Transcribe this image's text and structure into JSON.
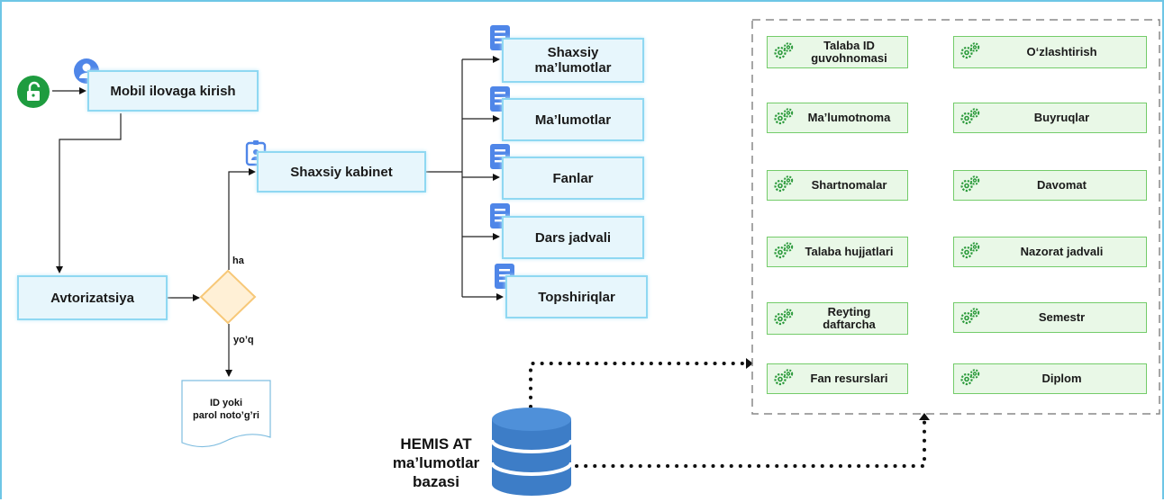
{
  "login": "Mobil ilovaga kirish",
  "auth": "Avtorizatsiya",
  "decision": {
    "yes": "ha",
    "no": "yo’q"
  },
  "error": {
    "line1": "ID yoki",
    "line2": "parol noto’g’ri"
  },
  "cabinet": "Shaxsiy kabinet",
  "menu": [
    {
      "line1": "Shaxsiy",
      "line2": "ma’lumotlar"
    },
    {
      "line1": "Ma’lumotlar"
    },
    {
      "line1": "Fanlar"
    },
    {
      "line1": "Dars jadvali"
    },
    {
      "line1": "Topshiriqlar"
    }
  ],
  "services_left": [
    {
      "line1": "Talaba ID",
      "line2": "guvohnomasi"
    },
    {
      "line1": "Ma’lumotnoma"
    },
    {
      "line1": "Shartnomalar"
    },
    {
      "line1": "Talaba hujjatlari"
    },
    {
      "line1": "Reyting",
      "line2": "daftarcha"
    },
    {
      "line1": "Fan resurslari"
    }
  ],
  "services_right": [
    {
      "line1": "O‘zlashtirish"
    },
    {
      "line1": "Buyruqlar"
    },
    {
      "line1": "Davomat"
    },
    {
      "line1": "Nazorat jadvali"
    },
    {
      "line1": "Semestr"
    },
    {
      "line1": "Diplom"
    }
  ],
  "database": {
    "line1": "HEMIS AT",
    "line2": "ma’lumotlar",
    "line3": "bazasi"
  },
  "icons": {
    "lock": "lock-icon",
    "user": "user-icon",
    "profile": "profile-card-icon",
    "document": "document-icon",
    "gears": "gears-icon",
    "database": "database-icon"
  },
  "colors": {
    "box_fill": "#e7f6fc",
    "box_border": "#8fd8f2",
    "green_fill": "#e9f8e7",
    "green_border": "#74cc6a",
    "diamond_fill": "#fff0d6",
    "diamond_border": "#f7c878",
    "icon_blue": "#4f86e8",
    "lock_green": "#1e9c3f",
    "db_blue": "#3d7dc7"
  }
}
